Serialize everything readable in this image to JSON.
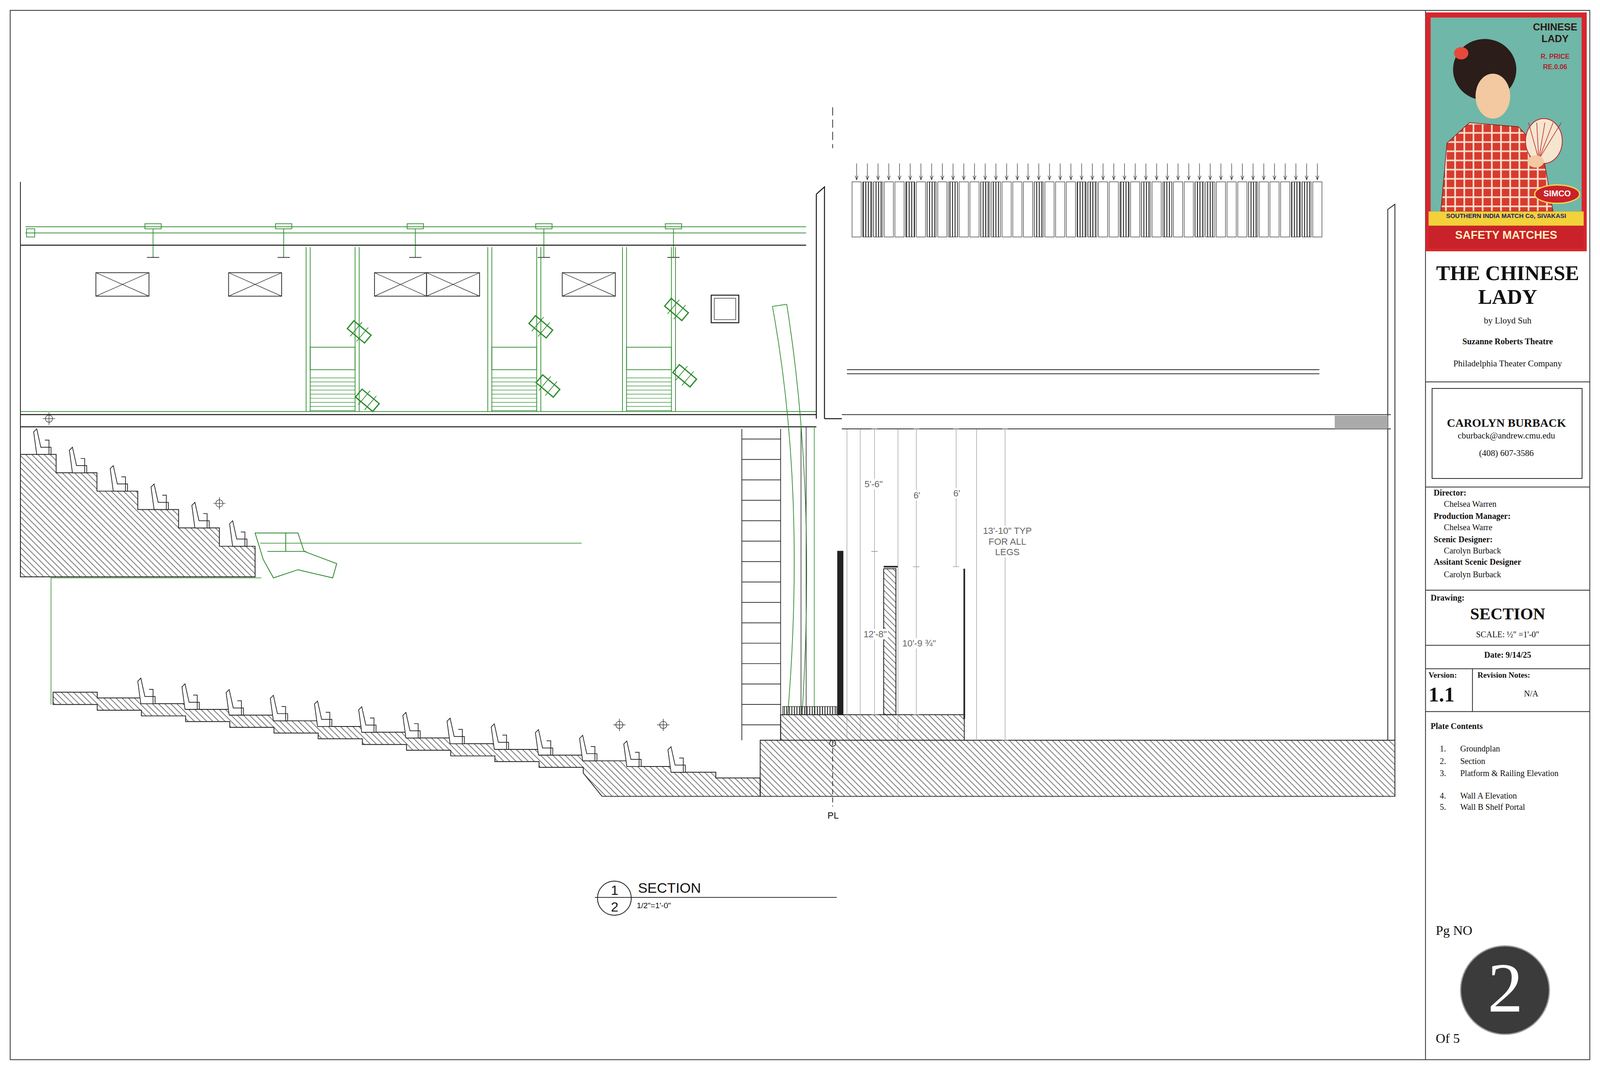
{
  "diagram": {
    "nodes": [
      {
        "text": [
          "THE CHINESE LADY",
          "by Lloyd Suh",
          "Suzanne Roberts Theatre",
          "Philadelphia Theater Company"
        ]
      },
      {
        "text": [
          "CAROLYN BURBACK",
          "cburback@andrew.cmu.edu",
          "(408) 607-3586"
        ]
      },
      {
        "text": [
          "Director:",
          "Chelsea Warren",
          "Production Manager:",
          "Chelsea Warre",
          "Scenic Designer:",
          "Carolyn Burback",
          "Assitant Scenic Designer",
          "Carolyn Burback"
        ]
      },
      {
        "text": [
          "Drawing:",
          "SECTION",
          "SCALE: ½\" =1'-0\""
        ]
      },
      {
        "text": [
          "Date: 9/14/25"
        ]
      },
      {
        "text": [
          "Version:",
          "1.1"
        ]
      },
      {
        "text": [
          "Revision Notes:",
          "N/A"
        ]
      },
      {
        "text": [
          "Plate Contents",
          "1.",
          "Groundplan",
          "2.",
          "Section",
          "3.",
          "Platform & Railing Elevation",
          "4.",
          "Wall A Elevation",
          "5.",
          "Wall B Shelf Portal"
        ]
      },
      {
        "text": [
          "Pg NO",
          "Of 5"
        ]
      },
      {
        "text": [
          "2"
        ],
        "in": 8
      },
      {
        "text": [
          "1",
          "2"
        ]
      }
    ],
    "labels": [
      "CHINESE LADY",
      "R. PRICE",
      "RE.0.06",
      "SIMCO",
      "SOUTHERN INDIA MATCH Co, SIVAKASI",
      "SAFETY MATCHES",
      "SECTION",
      "1/2\"=1'-0\"",
      "5'-6\"",
      "6'",
      "6'",
      "13'-10\" TYP FOR ALL LEGS",
      "12'-8\"",
      "10'-9 ¾\"",
      "PL"
    ]
  }
}
